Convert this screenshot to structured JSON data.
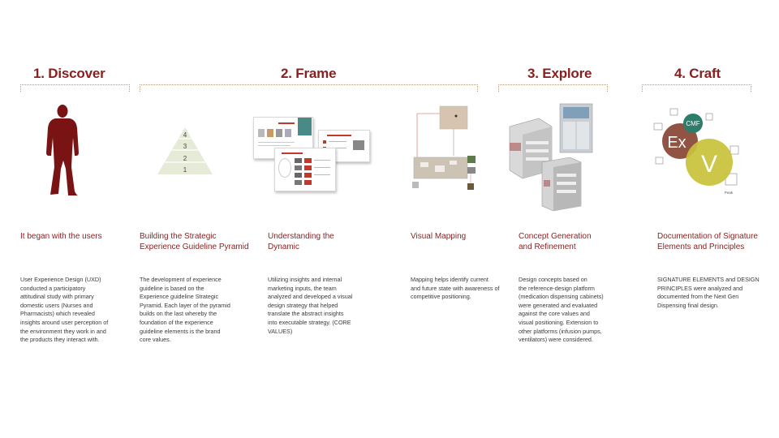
{
  "phases": [
    {
      "label": "1. Discover"
    },
    {
      "label": "2. Frame"
    },
    {
      "label": "3. Explore"
    },
    {
      "label": "4. Craft"
    }
  ],
  "columns": [
    {
      "heading": [
        "It began with the users"
      ],
      "body": [
        "User Experience Design (UXD)",
        "conducted a participatory",
        "attitudinal study with primary",
        "domestic users (Nurses and",
        "Pharmacists) which revealed",
        "insights around user perception of",
        "the environment they work in and",
        "the products they interact with."
      ]
    },
    {
      "heading": [
        "Building the Strategic",
        "Experience Guideline Pyramid"
      ],
      "body": [
        "The development of experience",
        "guideline is based on the",
        "Experience guideline Strategic",
        "Pyramid. Each layer of the pyramid",
        "builds on the last whereby the",
        "foundation of the experience",
        "guideline elements is the brand",
        "core values."
      ]
    },
    {
      "heading": [
        "Understanding the",
        "Dynamic"
      ],
      "body": [
        "Utilizing insights and internal",
        "marketing inputs, the team",
        "analyzed and developed a visual",
        "design strategy that helped",
        "translate the abstract insights",
        "into executable strategy. (CORE",
        "VALUES)"
      ]
    },
    {
      "heading": [
        "Visual Mapping"
      ],
      "body": [
        "Mapping helps identify current",
        "and future state with awareness of",
        "competitive positioning."
      ]
    },
    {
      "heading": [
        "Concept Generation",
        "and Refinement"
      ],
      "body": [
        "Design concepts based on",
        "the reference-design platform",
        "(medication dispensing cabinets)",
        "were generated and evaluated",
        "against the core values and",
        "visual positioning. Extension to",
        "other platforms (infusion pumps,",
        "ventilators) were considered."
      ]
    },
    {
      "heading": [
        "Documentation of Signature",
        "Elements and Principles"
      ],
      "body": [
        "SIGNATURE ELEMENTS and DESIGN",
        "PRINCIPLES were analyzed and",
        "documented from the Next Gen",
        "Dispensing final design."
      ]
    }
  ],
  "pyramid": {
    "levels": [
      "4",
      "3",
      "2",
      "1"
    ]
  },
  "craft_diagram": {
    "circles": [
      "CMF",
      "Ex",
      "V"
    ],
    "thumb_label": "Peak"
  },
  "colors": {
    "accent": "#8b1e1e",
    "body_text": "#3a3a3a",
    "bracket": "#b09a82",
    "pyramid": "#e6ebd8"
  },
  "icons": [
    "user-silhouette-icon",
    "pyramid-icon",
    "strategy-docs-icon",
    "visual-map-icon",
    "cabinet-concepts-icon",
    "venn-diagram-icon"
  ]
}
